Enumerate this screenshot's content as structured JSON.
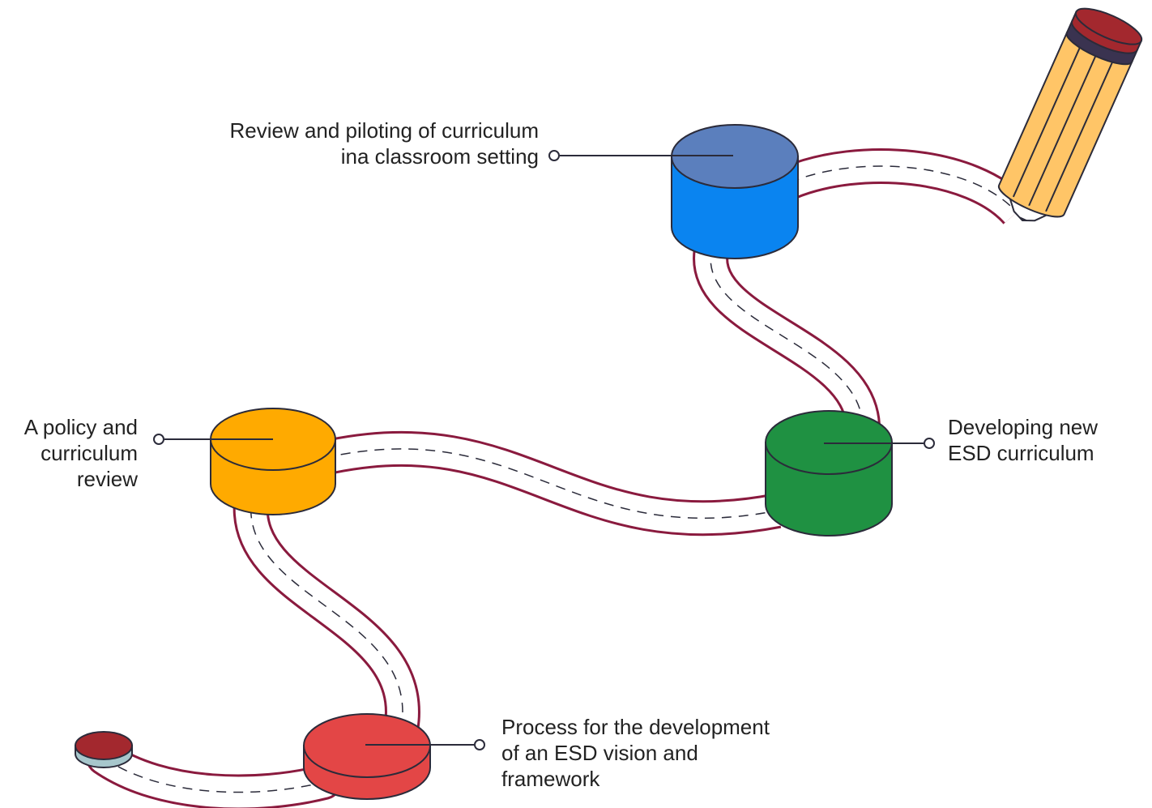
{
  "steps": [
    {
      "id": "step1",
      "color": "#e34646",
      "lines": [
        "Process for the development",
        "of an ESD vision and",
        "framework"
      ]
    },
    {
      "id": "step2",
      "color": "#ffaa00",
      "lines": [
        "A policy and",
        "curriculum",
        "review"
      ]
    },
    {
      "id": "step3",
      "color": "#1f9142",
      "lines": [
        "Developing new",
        "ESD curriculum"
      ]
    },
    {
      "id": "step4",
      "color": "#0a84f0",
      "lines": [
        "Review and piloting of curriculum",
        "ina classroom setting"
      ]
    }
  ],
  "colors": {
    "road_edge": "#8a1a3e",
    "road_fill": "#ffffff",
    "outline": "#2b2b3a",
    "start_marker_top": "#a3282e",
    "start_marker_side": "#a7c7cc",
    "pencil_body": "#ffc567",
    "pencil_eraser": "#a3282e",
    "pencil_band": "#3a3350"
  },
  "icons": [
    "start-marker-icon",
    "pencil-icon"
  ]
}
